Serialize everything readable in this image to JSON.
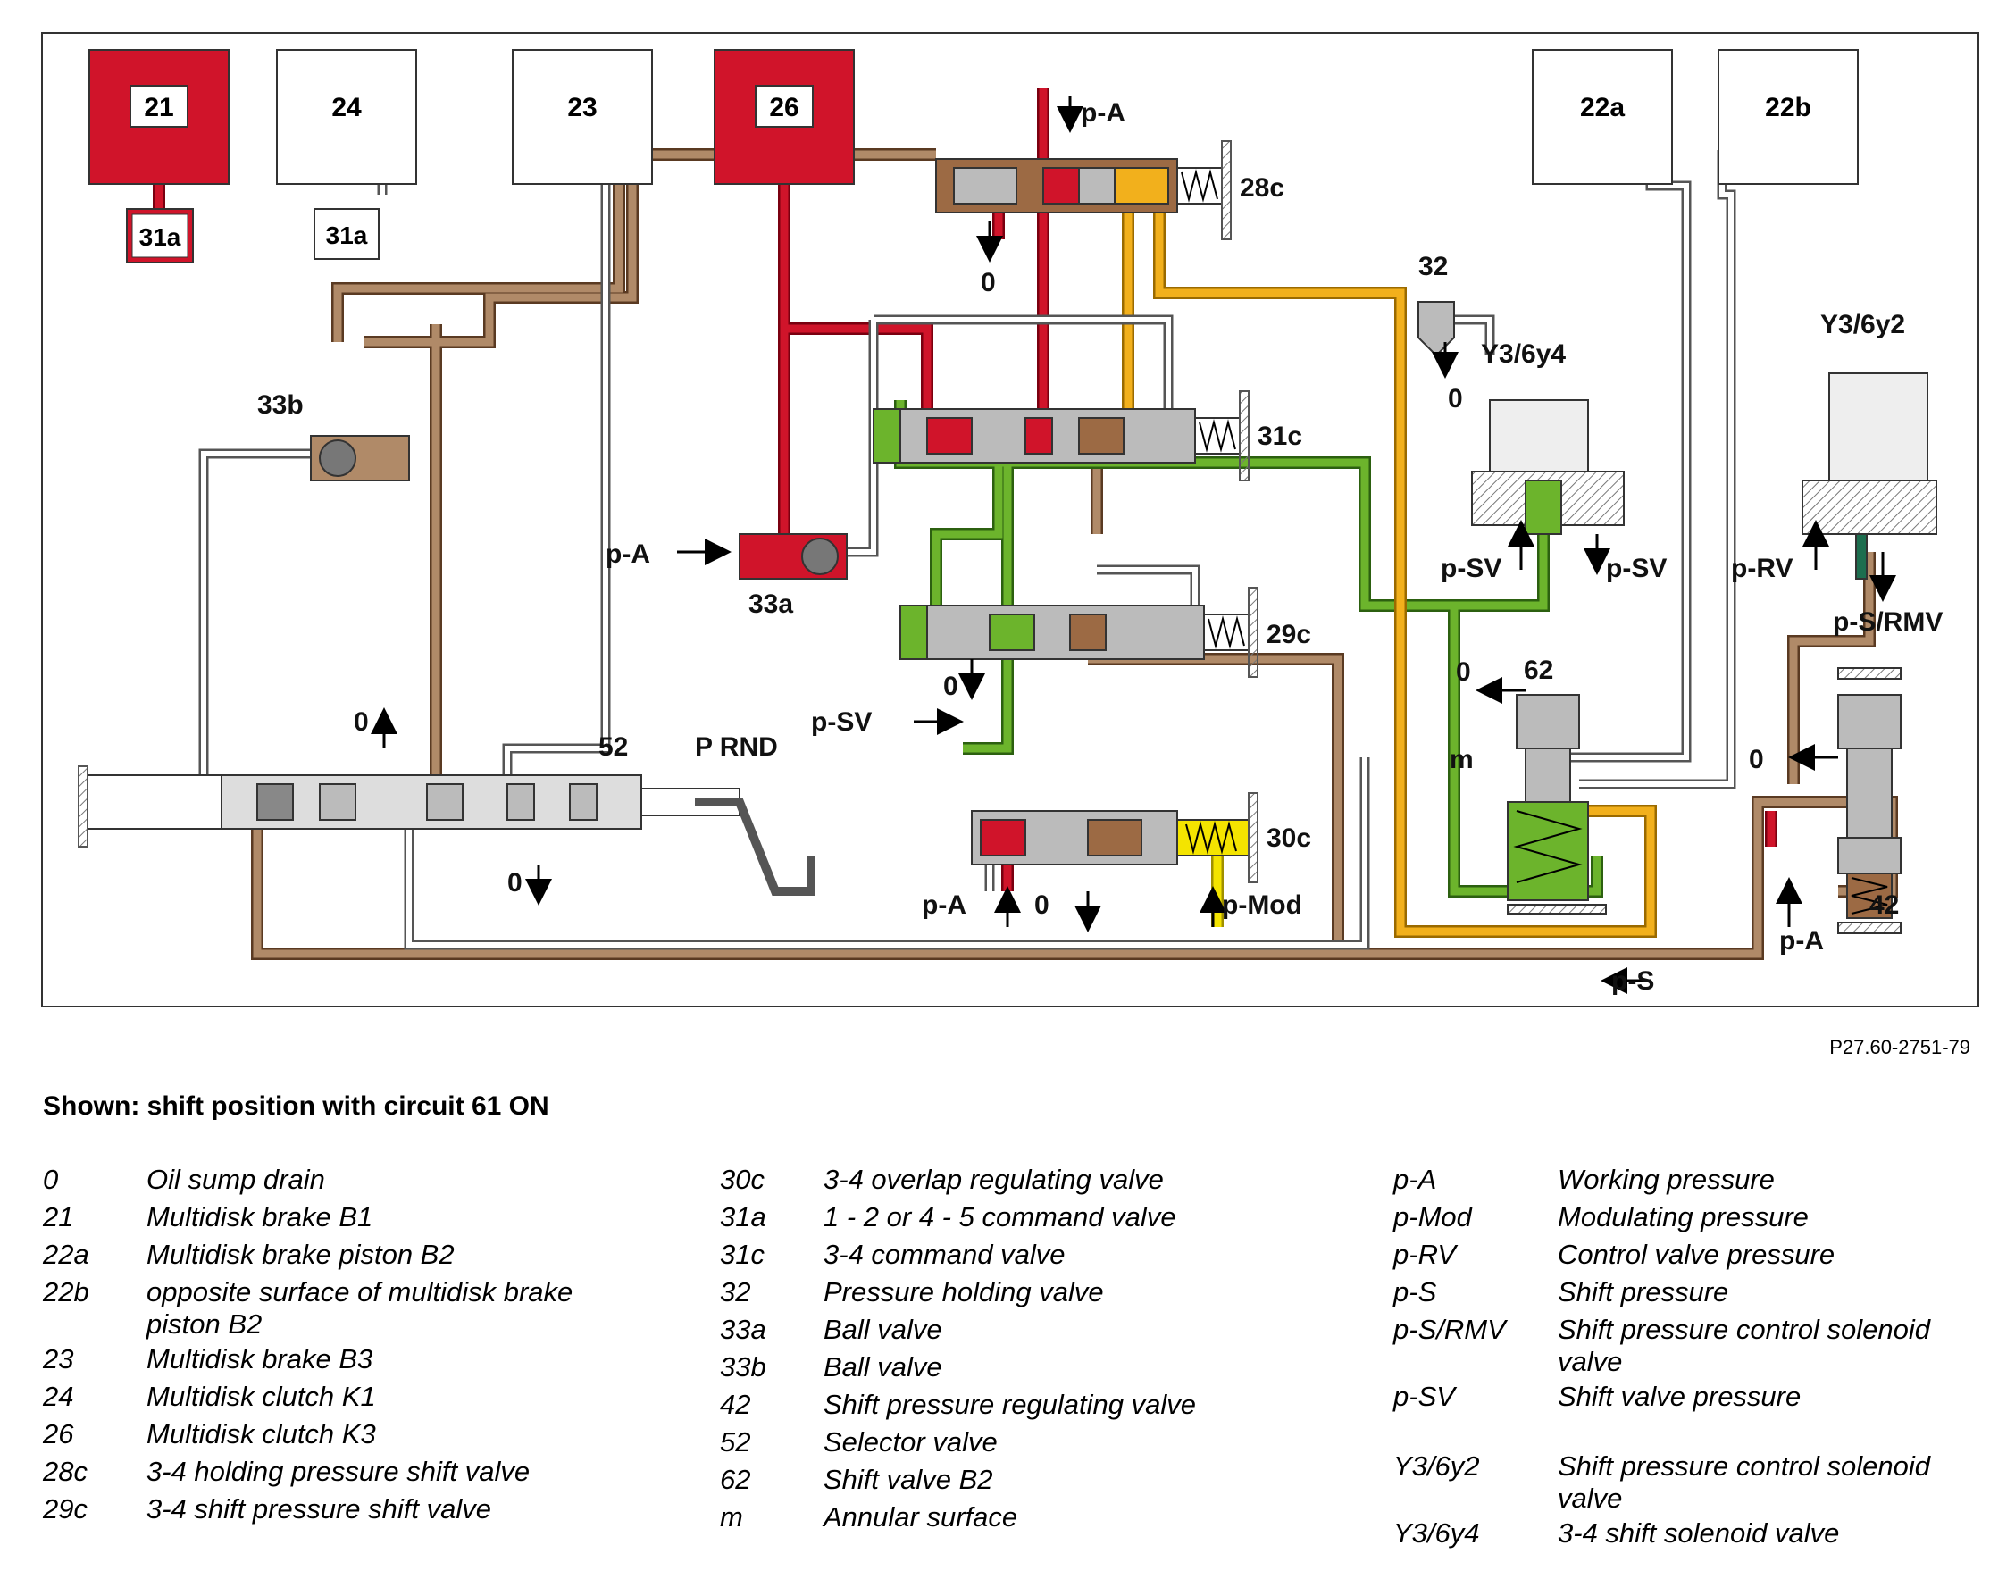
{
  "figure_ref": "P27.60-2751-79",
  "caption": "Shown: shift position with circuit 61 ON",
  "colors": {
    "working_pressure": "#d0142a",
    "shift_valve_pressure": "#6cb42c",
    "shift_pressure": "#9c6a44",
    "yellow_line": "#f2b01c",
    "modulating": "#f4e400",
    "unpressurized": "#ffffff",
    "valve_grey": "#b8b8b8"
  },
  "components": {
    "c21": "21",
    "c24": "24",
    "c23": "23",
    "c26": "26",
    "c22a": "22a",
    "c22b": "22b",
    "c31a_red": "31a",
    "c31a_white": "31a"
  },
  "labels": {
    "pa_top": "p-A",
    "v28c": "28c",
    "zero_28c": "0",
    "v32": "32",
    "zero_32": "0",
    "y3_6y4": "Y3/6y4",
    "y3_6y2": "Y3/6y2",
    "v31c": "31c",
    "v33b": "33b",
    "pa_33a": "p-A",
    "v33a": "33a",
    "psv_left": "p-SV",
    "psv_right": "p-SV",
    "prv": "p-RV",
    "psrmv": "p-S/RMV",
    "v29c": "29c",
    "zero_29c": "0",
    "psv_29c": "p-SV",
    "zero_62": "0",
    "v62": "62",
    "m": "m",
    "zero_up_52": "0",
    "v52": "52",
    "prnd": "P RND",
    "zero_down_52": "0",
    "zero_42": "0",
    "v30c": "30c",
    "pa_30c": "p-A",
    "zero_30c": "0",
    "pmod": "p-Mod",
    "pa_42": "p-A",
    "v42": "42",
    "ps": "p-S"
  },
  "legend": {
    "col1": [
      {
        "code": "0",
        "desc": "Oil sump drain"
      },
      {
        "code": "21",
        "desc": "Multidisk brake B1"
      },
      {
        "code": "22a",
        "desc": "Multidisk brake piston B2"
      },
      {
        "code": "22b",
        "desc": "opposite surface of multidisk brake piston B2"
      },
      {
        "code": "23",
        "desc": "Multidisk brake B3"
      },
      {
        "code": "24",
        "desc": "Multidisk clutch K1"
      },
      {
        "code": "26",
        "desc": "Multidisk clutch K3"
      },
      {
        "code": "28c",
        "desc": "3-4 holding pressure shift valve"
      },
      {
        "code": "29c",
        "desc": "3-4 shift pressure shift valve"
      }
    ],
    "col2": [
      {
        "code": "30c",
        "desc": "3-4 overlap regulating valve"
      },
      {
        "code": "31a",
        "desc": "1 - 2 or 4 - 5 command valve"
      },
      {
        "code": "31c",
        "desc": "3-4 command valve"
      },
      {
        "code": "32",
        "desc": "Pressure holding valve"
      },
      {
        "code": "33a",
        "desc": "Ball valve"
      },
      {
        "code": "33b",
        "desc": "Ball valve"
      },
      {
        "code": "42",
        "desc": "Shift pressure regulating valve"
      },
      {
        "code": "52",
        "desc": "Selector valve"
      },
      {
        "code": "62",
        "desc": "Shift valve B2"
      },
      {
        "code": "m",
        "desc": "Annular surface"
      }
    ],
    "col3": [
      {
        "code": "p-A",
        "desc": "Working pressure"
      },
      {
        "code": "p-Mod",
        "desc": "Modulating pressure"
      },
      {
        "code": "p-RV",
        "desc": "Control valve pressure"
      },
      {
        "code": "p-S",
        "desc": "Shift pressure"
      },
      {
        "code": "p-S/RMV",
        "desc": "Shift pressure control solenoid valve"
      },
      {
        "code": "p-SV",
        "desc": "Shift valve pressure"
      },
      {
        "code": "Y3/6y2",
        "desc": "Shift pressure control solenoid valve"
      },
      {
        "code": "Y3/6y4",
        "desc": "3-4 shift solenoid valve"
      }
    ]
  }
}
